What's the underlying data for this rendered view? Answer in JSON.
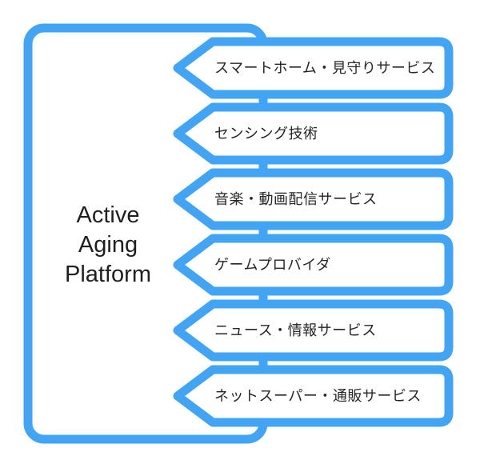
{
  "title": {
    "lines": [
      "Active",
      "Aging",
      "Platform"
    ]
  },
  "arrows": [
    {
      "label": "スマートホーム・見守りサービス"
    },
    {
      "label": "センシング技術"
    },
    {
      "label": "音楽・動画配信サービス"
    },
    {
      "label": "ゲームプロバイダ"
    },
    {
      "label": "ニュース・情報サービス"
    },
    {
      "label": "ネットスーパー・通販サービス"
    }
  ],
  "colors": {
    "accent_blue": "#41a4f5",
    "text_dark": "#1f1f1f",
    "shape_fill": "#ffffff",
    "background": "#ffffff"
  }
}
